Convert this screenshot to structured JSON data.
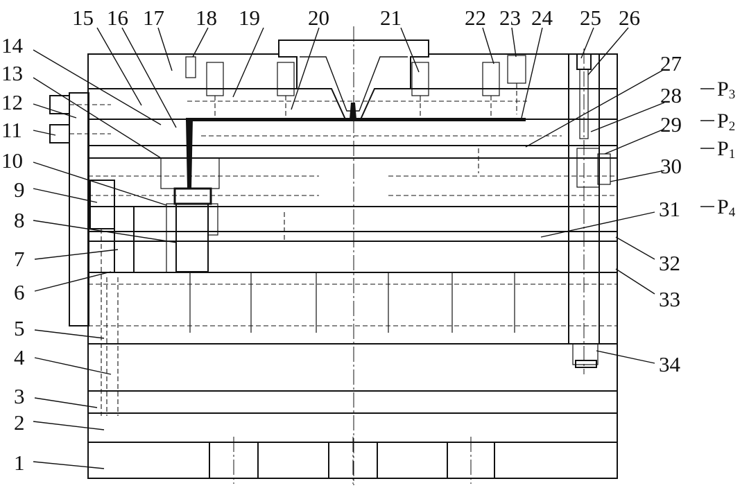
{
  "figure": {
    "part_numbers": [
      "1",
      "2",
      "3",
      "4",
      "5",
      "6",
      "7",
      "8",
      "9",
      "10",
      "11",
      "12",
      "13",
      "14",
      "15",
      "16",
      "17",
      "18",
      "19",
      "20",
      "21",
      "22",
      "23",
      "24",
      "25",
      "26",
      "27",
      "28",
      "29",
      "30",
      "31",
      "32",
      "33",
      "34"
    ],
    "parting_lines": [
      {
        "letter": "P",
        "sub": "3"
      },
      {
        "letter": "P",
        "sub": "2"
      },
      {
        "letter": "P",
        "sub": "1"
      },
      {
        "letter": "P",
        "sub": "4"
      }
    ]
  }
}
